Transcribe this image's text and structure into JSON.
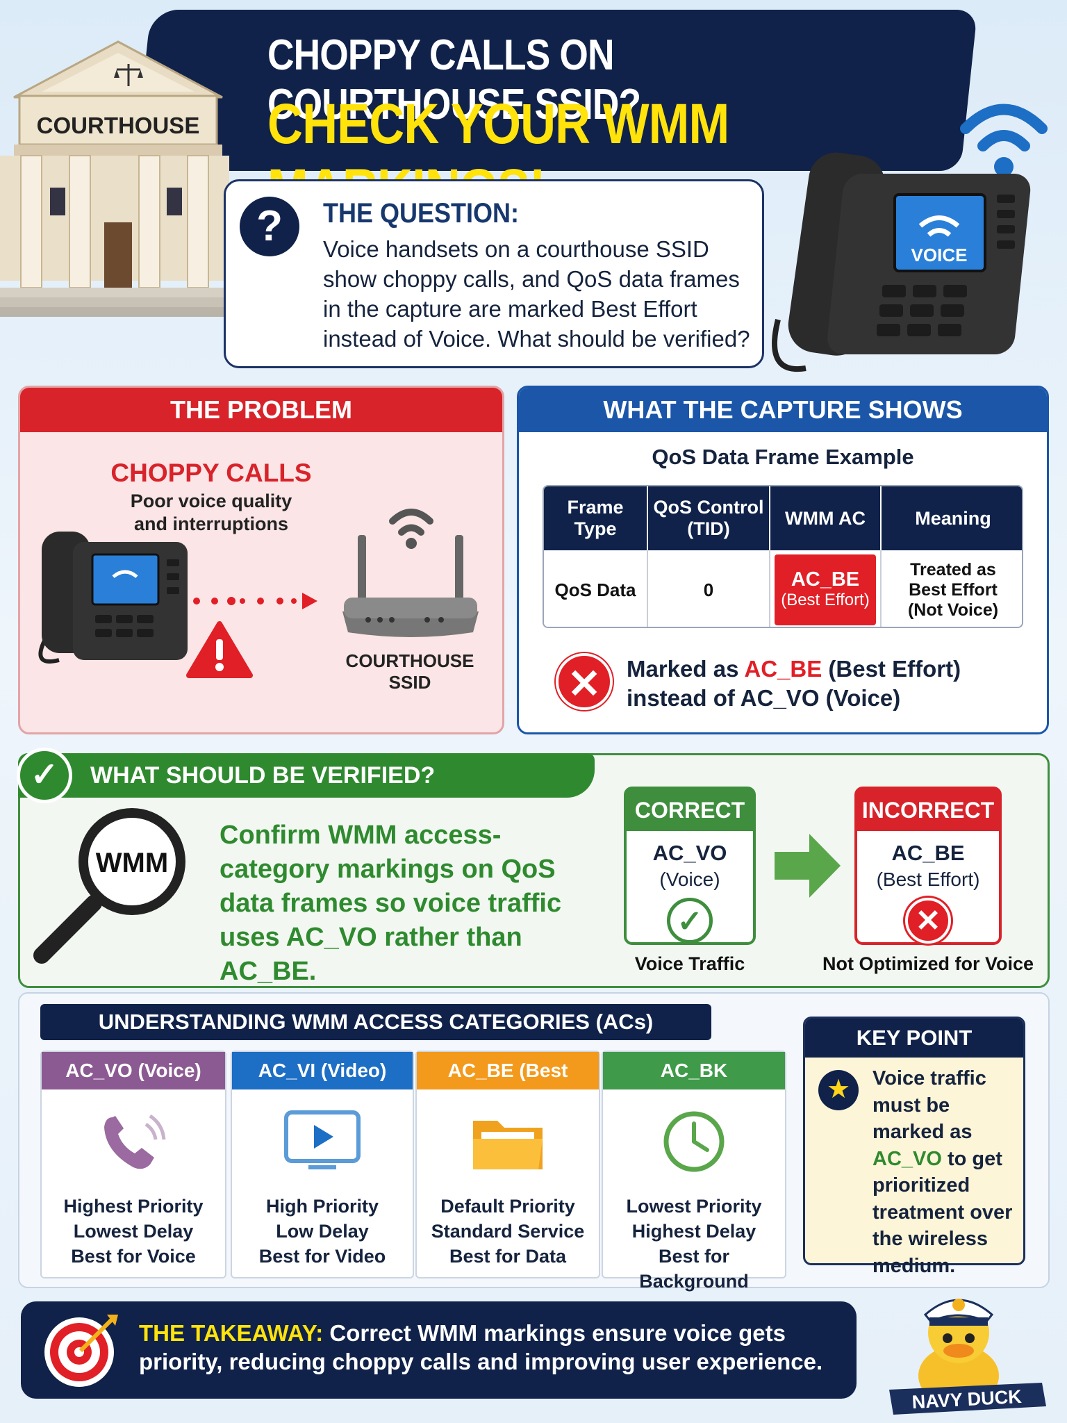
{
  "header": {
    "line1": "CHOPPY CALLS ON COURTHOUSE SSID?",
    "line2": "CHECK YOUR WMM MARKINGS!",
    "courthouse_label": "COURTHOUSE",
    "phone_screen": "VOICE"
  },
  "question": {
    "title": "THE QUESTION:",
    "text": "Voice handsets on a courthouse SSID show choppy calls, and QoS data frames in the capture are marked Best Effort instead of Voice. What should be verified?"
  },
  "problem": {
    "title": "THE PROBLEM",
    "headline": "CHOPPY CALLS",
    "sub1": "Poor voice quality",
    "sub2": "and interruptions",
    "ssid_label": "COURTHOUSE SSID"
  },
  "capture": {
    "title": "WHAT THE CAPTURE SHOWS",
    "subtitle": "QoS Data Frame Example",
    "headers": [
      "Frame Type",
      "QoS Control (TID)",
      "WMM AC",
      "Meaning"
    ],
    "row": {
      "frame_type": "QoS Data",
      "tid": "0",
      "ac": "AC_BE",
      "ac_sub": "(Best Effort)",
      "meaning": "Treated as Best Effort (Not Voice)"
    },
    "note_pre": "Marked as ",
    "note_ac": "AC_BE",
    "note_mid": " (Best Effort)",
    "note_line2": "instead of AC_VO (Voice)"
  },
  "verify": {
    "title": "WHAT SHOULD BE VERIFIED?",
    "magnifier_label": "WMM",
    "text": "Confirm WMM access-category markings on QoS data frames so voice traffic uses AC_VO rather than AC_BE.",
    "correct": {
      "head": "CORRECT",
      "value": "AC_VO",
      "sub": "(Voice)",
      "label": "Voice Traffic"
    },
    "incorrect": {
      "head": "INCORRECT",
      "value": "AC_BE",
      "sub": "(Best Effort)",
      "label": "Not Optimized for Voice"
    }
  },
  "categories": {
    "title": "UNDERSTANDING WMM ACCESS CATEGORIES (ACs)",
    "items": [
      {
        "name": "AC_VO (Voice)",
        "color": "#8c5a92",
        "icon": "phone-icon",
        "l1": "Highest Priority",
        "l2": "Lowest Delay",
        "l3": "Best for Voice"
      },
      {
        "name": "AC_VI (Video)",
        "color": "#1d6ec5",
        "icon": "video-play-icon",
        "l1": "High Priority",
        "l2": "Low Delay",
        "l3": "Best for Video"
      },
      {
        "name": "AC_BE (Best Effort)",
        "color": "#f39a1c",
        "icon": "folder-icon",
        "l1": "Default Priority",
        "l2": "Standard Service",
        "l3": "Best for Data"
      },
      {
        "name": "AC_BK (Background)",
        "color": "#3f9a4a",
        "icon": "clock-icon",
        "l1": "Lowest Priority",
        "l2": "Highest Delay",
        "l3": "Best for Background"
      }
    ]
  },
  "keypoint": {
    "title": "KEY POINT",
    "pre": "Voice traffic must be marked as ",
    "ac": "AC_VO",
    "post": " to get prioritized treatment over the wireless medium."
  },
  "takeaway": {
    "label": "THE TAKEAWAY:",
    "text": " Correct WMM markings ensure voice gets priority, reducing choppy calls and improving user experience."
  },
  "mascot": {
    "label": "NAVY DUCK"
  }
}
